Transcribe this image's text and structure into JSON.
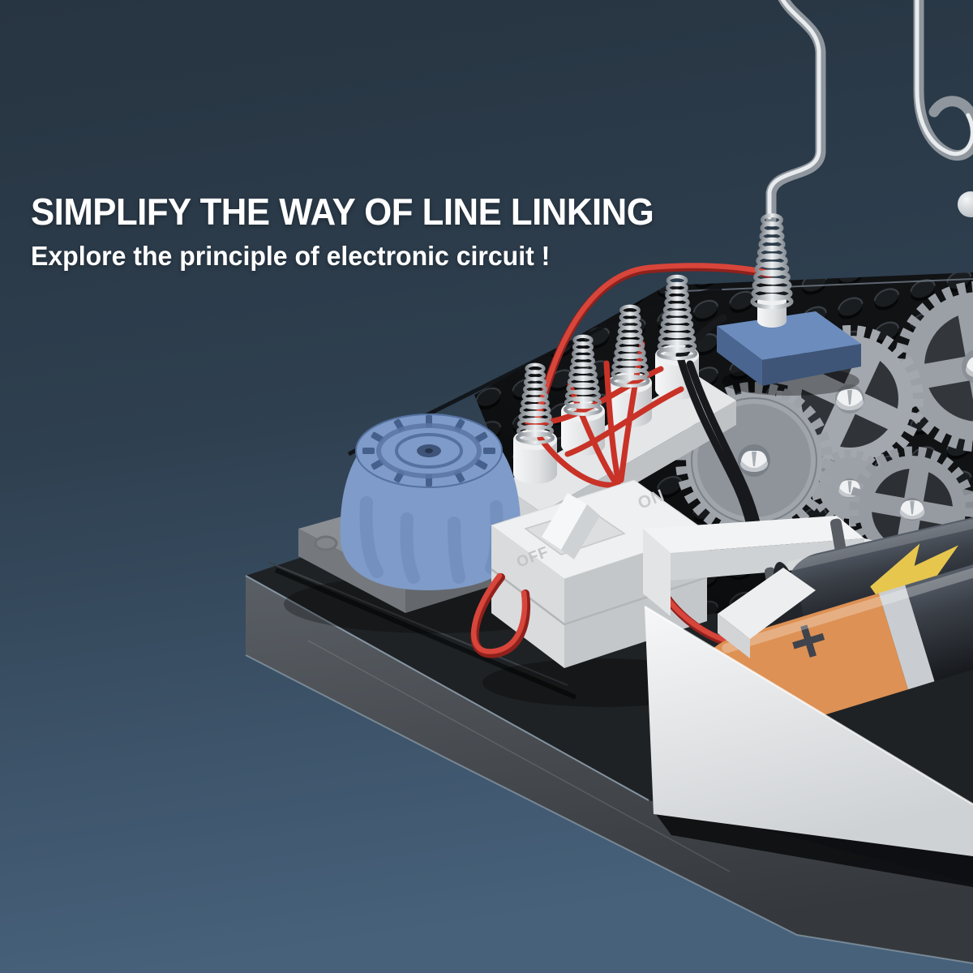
{
  "headline": {
    "title": "SIMPLIFY THE WAY OF LINE LINKING",
    "subtitle": "Explore the principle of electronic circuit !",
    "text_color": "#ffffff"
  },
  "scene": {
    "description": "Electronic circuit building-block kit on a dark base board: bent metal buzz-wire rods, spring terminals with red and black wires, blue buzzer dome, white ON/OFF switch module, gear train and AA battery holder",
    "labels": {
      "switch_on": "ON",
      "switch_off": "OFF",
      "battery_plus": "+"
    },
    "colors": {
      "background_top": "#273441",
      "background_bottom": "#47617b",
      "base_top": "#1f2225",
      "base_side": "#565b61",
      "pegboard": "#101214",
      "gear": "#9da2a8",
      "wire_red": "#d8453a",
      "wire_black": "#17191c",
      "rod_silver": "#e9ecee",
      "buzzer_blue": "#7f9bc9",
      "block_blue": "#6b8cbd",
      "plastic_white": "#f2f3f4",
      "battery_orange": "#dd9154",
      "battery_dark": "#33373e",
      "battery_bolt_yellow": "#e7c64e"
    }
  }
}
